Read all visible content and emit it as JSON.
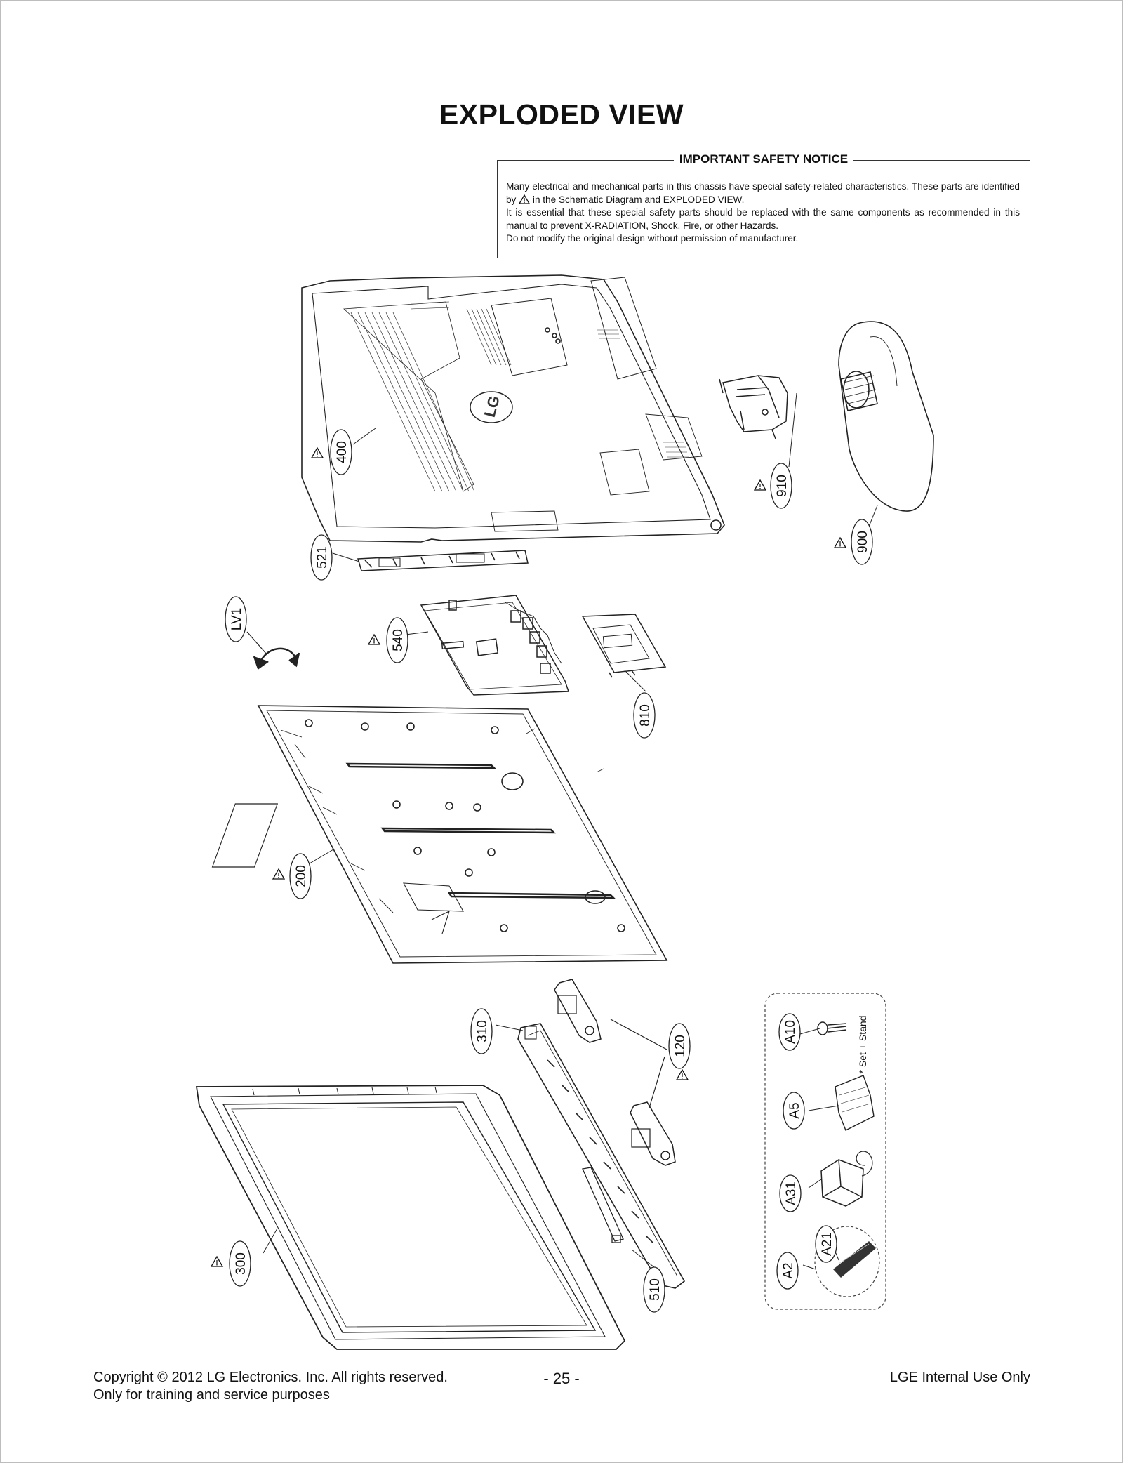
{
  "page": {
    "title": "EXPLODED VIEW"
  },
  "safety_notice": {
    "heading": "IMPORTANT SAFETY NOTICE",
    "line1_before_icon": "Many electrical and mechanical parts in this chassis have special safety-related characteristics. These parts are identified by",
    "line1_after_icon": "in the Schematic Diagram and EXPLODED VIEW.",
    "line2": "It is essential that these special safety parts should be replaced with the same components as recommended in this manual to prevent X-RADIATION, Shock, Fire, or other Hazards.",
    "line3": "Do not modify the original design without permission of manufacturer."
  },
  "callouts": {
    "c400": "400",
    "c521": "521",
    "c910": "910",
    "c900": "900",
    "cLV1": "LV1",
    "c540": "540",
    "c810": "810",
    "c200": "200",
    "c310": "310",
    "c120": "120",
    "c300": "300",
    "c510": "510",
    "cA10": "A10",
    "cA5": "A5",
    "cA31": "A31",
    "cA21": "A21",
    "cA2": "A2"
  },
  "accessory_note": "* Set + Stand",
  "footer": {
    "copyright": "Copyright  © 2012  LG Electronics. Inc. All rights reserved.",
    "purpose": "Only for training and service purposes",
    "page_number": "- 25 -",
    "internal": "LGE Internal Use Only"
  }
}
